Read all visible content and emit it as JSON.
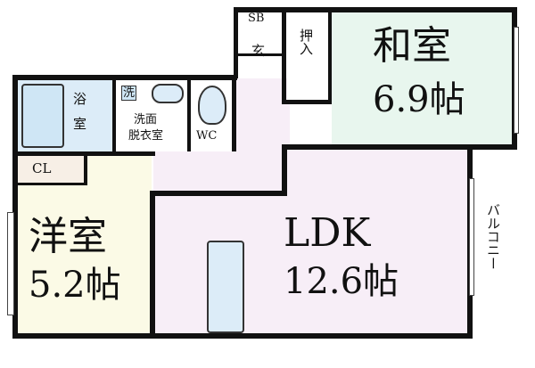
{
  "rooms": {
    "washitsu": {
      "name": "和室",
      "size": "6.9帖"
    },
    "youshitsu": {
      "name": "洋室",
      "size": "5.2帖"
    },
    "ldk": {
      "name": "LDK",
      "size": "12.6帖"
    },
    "bath": {
      "name_top": "浴",
      "name_bottom": "室"
    },
    "washroom": {
      "badge": "洗",
      "name_top": "洗面",
      "name_bottom": "脱衣室"
    },
    "wc": {
      "name": "WC"
    },
    "closet": {
      "name": "CL"
    },
    "storage": {
      "name": "押入"
    },
    "shoebox": {
      "name": "SB"
    },
    "entrance": {
      "name": "玄"
    },
    "balcony": {
      "name": "バルコニー"
    }
  },
  "colors": {
    "wall": "#111111",
    "washitsu_floor": "#e8f6ee",
    "ldk_floor": "#f7eef7",
    "youshitsu_floor": "#fbfae6",
    "bath_floor": "#dcecf8",
    "fixture_blue": "#cfe6f5",
    "closet_floor": "#f7efe6"
  }
}
